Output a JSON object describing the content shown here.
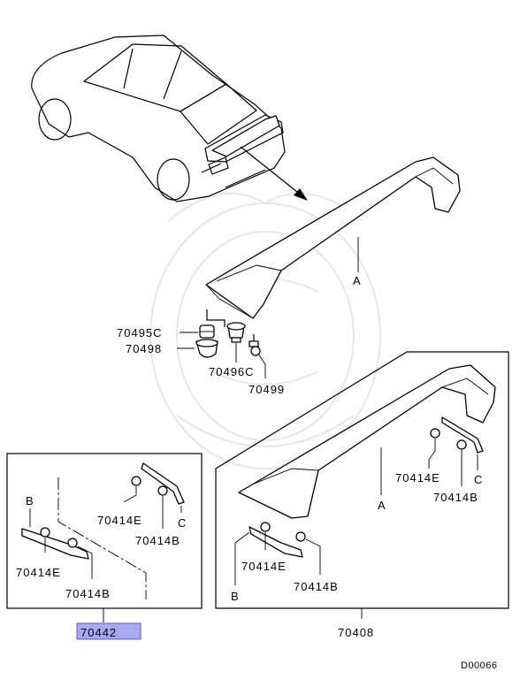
{
  "callouts": {
    "n70495c": "70495C",
    "n70498": "70498",
    "n70496c": "70496C",
    "n70499": "70499",
    "a_top": "A",
    "a_right": "A",
    "n70414e_r1": "70414E",
    "c_right": "C",
    "n70414b_r1": "70414B",
    "n70414e_r2": "70414E",
    "b_right": "B",
    "n70414b_r2": "70414B",
    "n70408": "70408",
    "b_left": "B",
    "n70414e_l1": "70414E",
    "c_left": "C",
    "n70414b_l1": "70414B",
    "n70414e_l2": "70414E",
    "n70414b_l2": "70414B",
    "n70442": "70442"
  },
  "highlight_color": "#a9a9ee",
  "diagram_code": "D00066"
}
